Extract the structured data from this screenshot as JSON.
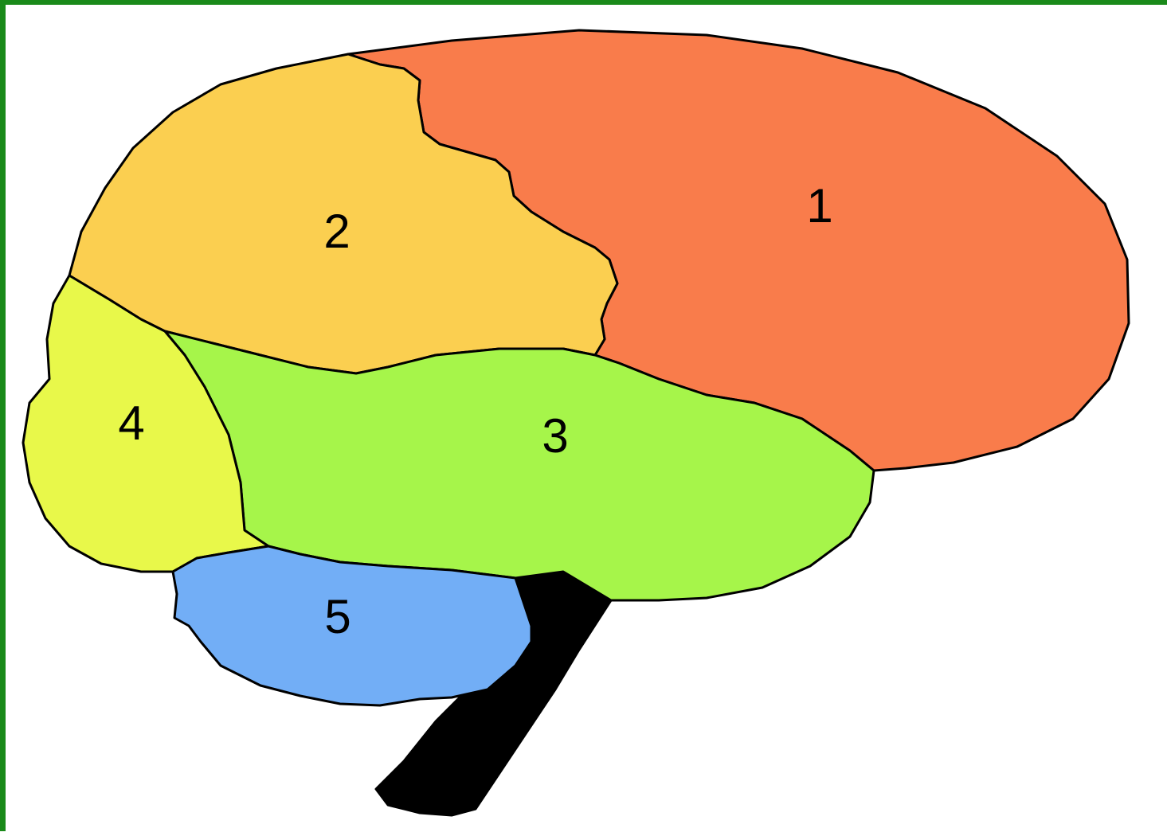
{
  "diagram": {
    "regions": [
      {
        "id": "region-1",
        "label": "1",
        "color": "#f97c4b"
      },
      {
        "id": "region-2",
        "label": "2",
        "color": "#fbcf50"
      },
      {
        "id": "region-3",
        "label": "3",
        "color": "#a6f54a"
      },
      {
        "id": "region-4",
        "label": "4",
        "color": "#e8f84a"
      },
      {
        "id": "region-5",
        "label": "5",
        "color": "#72aef6"
      }
    ],
    "brainstem_color": "#000000",
    "frame_color": "#1a8a1a"
  }
}
